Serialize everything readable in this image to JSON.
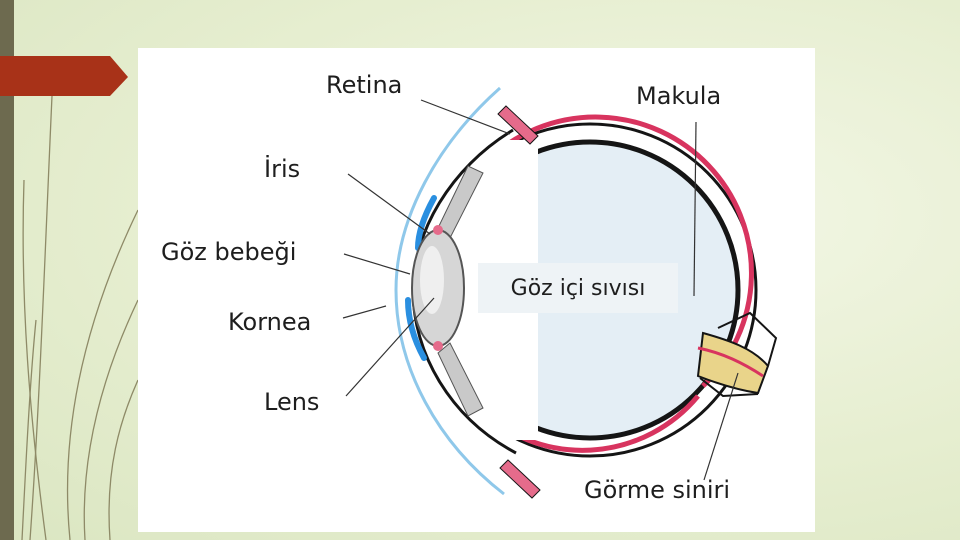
{
  "slide": {
    "labels": {
      "retina": "Retina",
      "makula": "Makula",
      "iris": "İris",
      "goz_bebegi": "Göz bebeği",
      "kornea": "Kornea",
      "lens": "Lens",
      "goz_ici_sivisi": "Göz içi sıvısı",
      "gorme_siniri": "Görme siniri"
    },
    "colors": {
      "background": "#e6eed0",
      "left_bar": "#6d6a4f",
      "accent_arrow": "#a83218",
      "cornea_blue": "#2a8fe0",
      "retina_pink": "#d8345f",
      "nerve_yellow": "#e9d48a"
    }
  }
}
